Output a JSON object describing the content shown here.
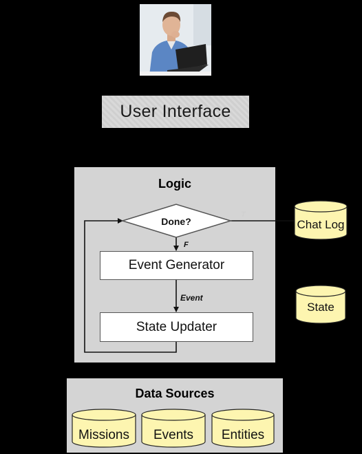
{
  "user_interface": {
    "label": "User Interface"
  },
  "logic": {
    "title": "Logic",
    "decision": "Done?",
    "true_label": "T",
    "false_label": "F",
    "event_generator": "Event Generator",
    "edge_label": "Event",
    "state_updater": "State Updater"
  },
  "stores": {
    "chat_log": "Chat Log",
    "state": "State"
  },
  "data_sources": {
    "title": "Data Sources",
    "items": [
      "Missions",
      "Events",
      "Entities"
    ]
  },
  "colors": {
    "background": "#000000",
    "panel": "#d4d4d4",
    "cylinder": "#fdf5b0"
  },
  "icons": {
    "user_photo": "person-at-laptop-photo"
  }
}
